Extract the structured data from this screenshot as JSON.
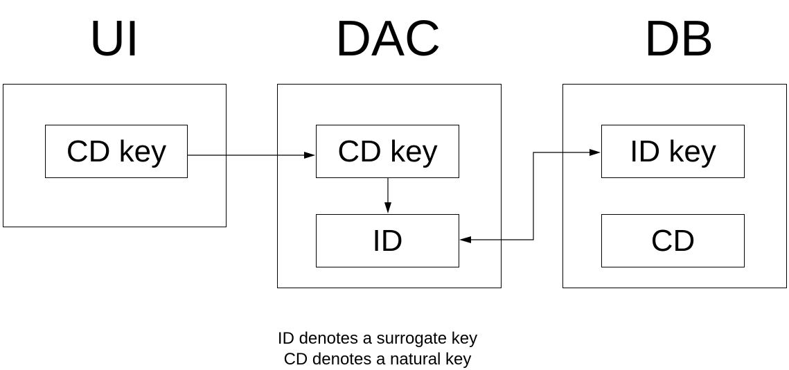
{
  "layers": {
    "ui": {
      "title": "UI"
    },
    "dac": {
      "title": "DAC"
    },
    "db": {
      "title": "DB"
    }
  },
  "nodes": {
    "ui_cd_key": "CD key",
    "dac_cd_key": "CD key",
    "dac_id": "ID",
    "db_id_key": "ID key",
    "db_cd": "CD"
  },
  "legend": {
    "line1": "ID denotes a surrogate key",
    "line2": "CD denotes a natural key"
  },
  "colors": {
    "stroke": "#000000",
    "background": "#ffffff"
  }
}
